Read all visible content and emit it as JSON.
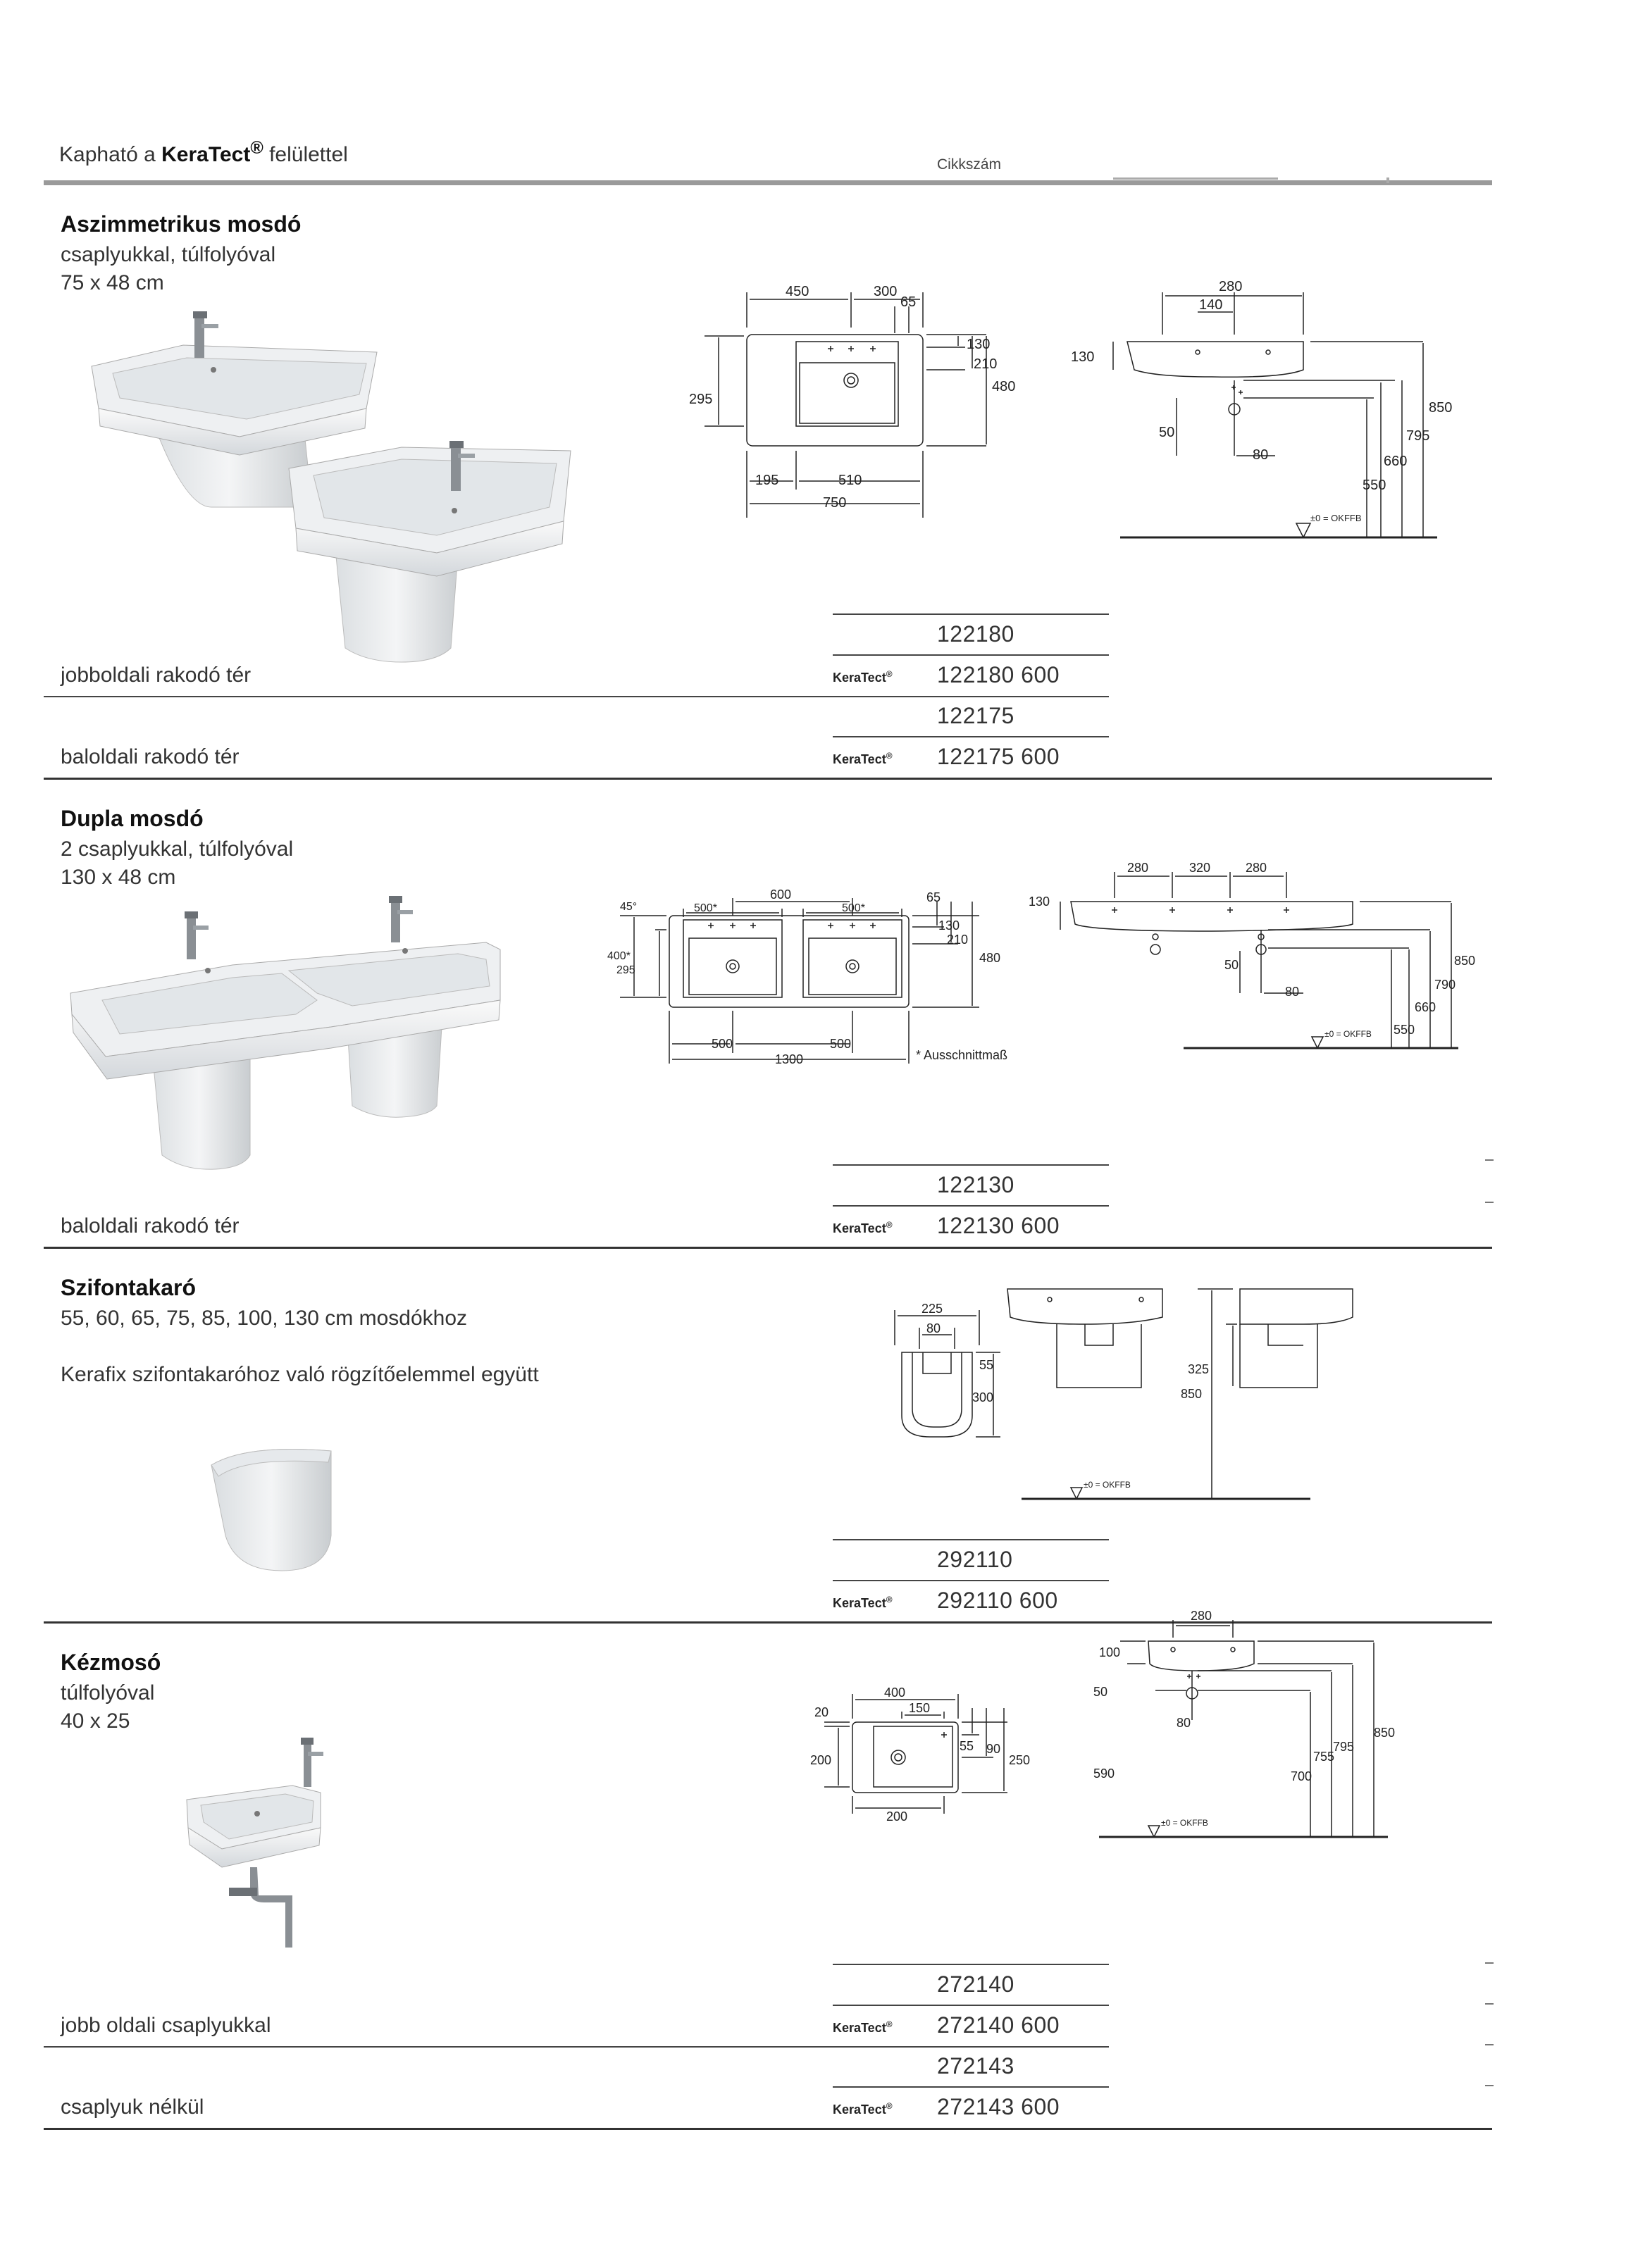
{
  "header": {
    "prefix": "Kapható a",
    "brand": "KeraTect",
    "reg": "®",
    "suffix": "felülettel",
    "column_label": "Cikkszám"
  },
  "keratect_label": "KeraTect",
  "keratect_reg": "®",
  "sections": [
    {
      "title": "Aszimmetrikus mosdó",
      "lines": [
        "csaplyukkal, túlfolyóval",
        "75 x 48 cm"
      ],
      "dims": [
        "450",
        "300",
        "65",
        "130",
        "210",
        "480",
        "295",
        "195",
        "510",
        "750",
        "280",
        "140",
        "130",
        "50",
        "80",
        "850",
        "795",
        "660",
        "550",
        "±0 = OKFFB"
      ],
      "variants": [
        {
          "label": "jobboldali rakodó tér",
          "article": "122180",
          "keratect_article": "122180 600"
        },
        {
          "label": "baloldali rakodó tér",
          "article": "122175",
          "keratect_article": "122175 600"
        }
      ]
    },
    {
      "title": "Dupla mosdó",
      "lines": [
        "2 csaplyukkal, túlfolyóval",
        "130 x 48 cm"
      ],
      "dims": [
        "600",
        "45°",
        "500*",
        "500*",
        "65",
        "400*",
        "295",
        "130",
        "210",
        "480",
        "500",
        "500",
        "1300",
        "* Ausschnittmaß",
        "280",
        "320",
        "280",
        "130",
        "50",
        "80",
        "850",
        "790",
        "660",
        "550",
        "±0 = OKFFB"
      ],
      "variants": [
        {
          "label": "baloldali rakodó tér",
          "article": "122130",
          "keratect_article": "122130 600"
        }
      ]
    },
    {
      "title": "Szifontakaró",
      "lines": [
        "55, 60, 65, 75, 85, 100, 130 cm mosdókhoz",
        "",
        "Kerafix szifontakaróhoz való rögzítőelemmel együtt"
      ],
      "dims": [
        "225",
        "80",
        "55",
        "300",
        "325",
        "850",
        "±0 = OKFFB"
      ],
      "variants": [
        {
          "label": "",
          "article": "292110",
          "keratect_article": "292110 600"
        }
      ]
    },
    {
      "title": "Kézmosó",
      "lines": [
        "túlfolyóval",
        "40 x 25"
      ],
      "dims": [
        "400",
        "20",
        "150",
        "55",
        "90",
        "200",
        "250",
        "200",
        "280",
        "100",
        "50",
        "80",
        "590",
        "700",
        "755",
        "795",
        "850",
        "±0 = OKFFB"
      ],
      "variants": [
        {
          "label": "jobb oldali csaplyukkal",
          "article": "272140",
          "keratect_article": "272140 600"
        },
        {
          "label": "csaplyuk nélkül",
          "article": "272143",
          "keratect_article": "272143 600"
        }
      ]
    }
  ]
}
